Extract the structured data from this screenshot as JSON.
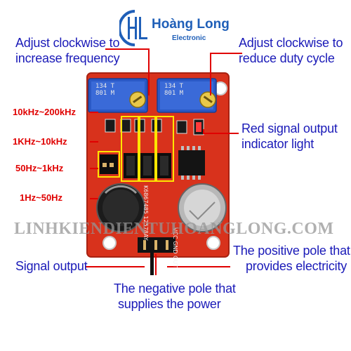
{
  "logo": {
    "name": "Hoàng Long",
    "subtitle": "Electronic"
  },
  "labels": {
    "freq_adjust": [
      "Adjust clockwise to",
      "increase frequency"
    ],
    "duty_adjust": [
      "Adjust clockwise to",
      "reduce duty cycle"
    ],
    "red_indicator": [
      "Red signal output",
      "indicator light"
    ],
    "signal_output": "Signal output",
    "positive_pole": [
      "The positive pole that",
      "provides electricity"
    ],
    "negative_pole": [
      "The negative pole that",
      "supplies the power"
    ]
  },
  "ranges": [
    "10kHz~200kHz",
    "1KHz~10kHz",
    "50Hz~1kHz",
    "1Hz~50Hz"
  ],
  "watermark": "LINHKIENDIENTUHOANGLONG.COM",
  "board": {
    "pot_left": [
      "134 T",
      "801 M"
    ],
    "pot_right": [
      "134 T",
      "801 M"
    ],
    "pin_labels": [
      "VCC",
      "GND",
      "OUT"
    ],
    "chip_marking": [
      "K6867485",
      "12578AY"
    ]
  },
  "colors": {
    "label_blue": "#1a1ab8",
    "label_red": "#e00000",
    "pcb": "#d8321c",
    "highlight": "#ffe600"
  }
}
